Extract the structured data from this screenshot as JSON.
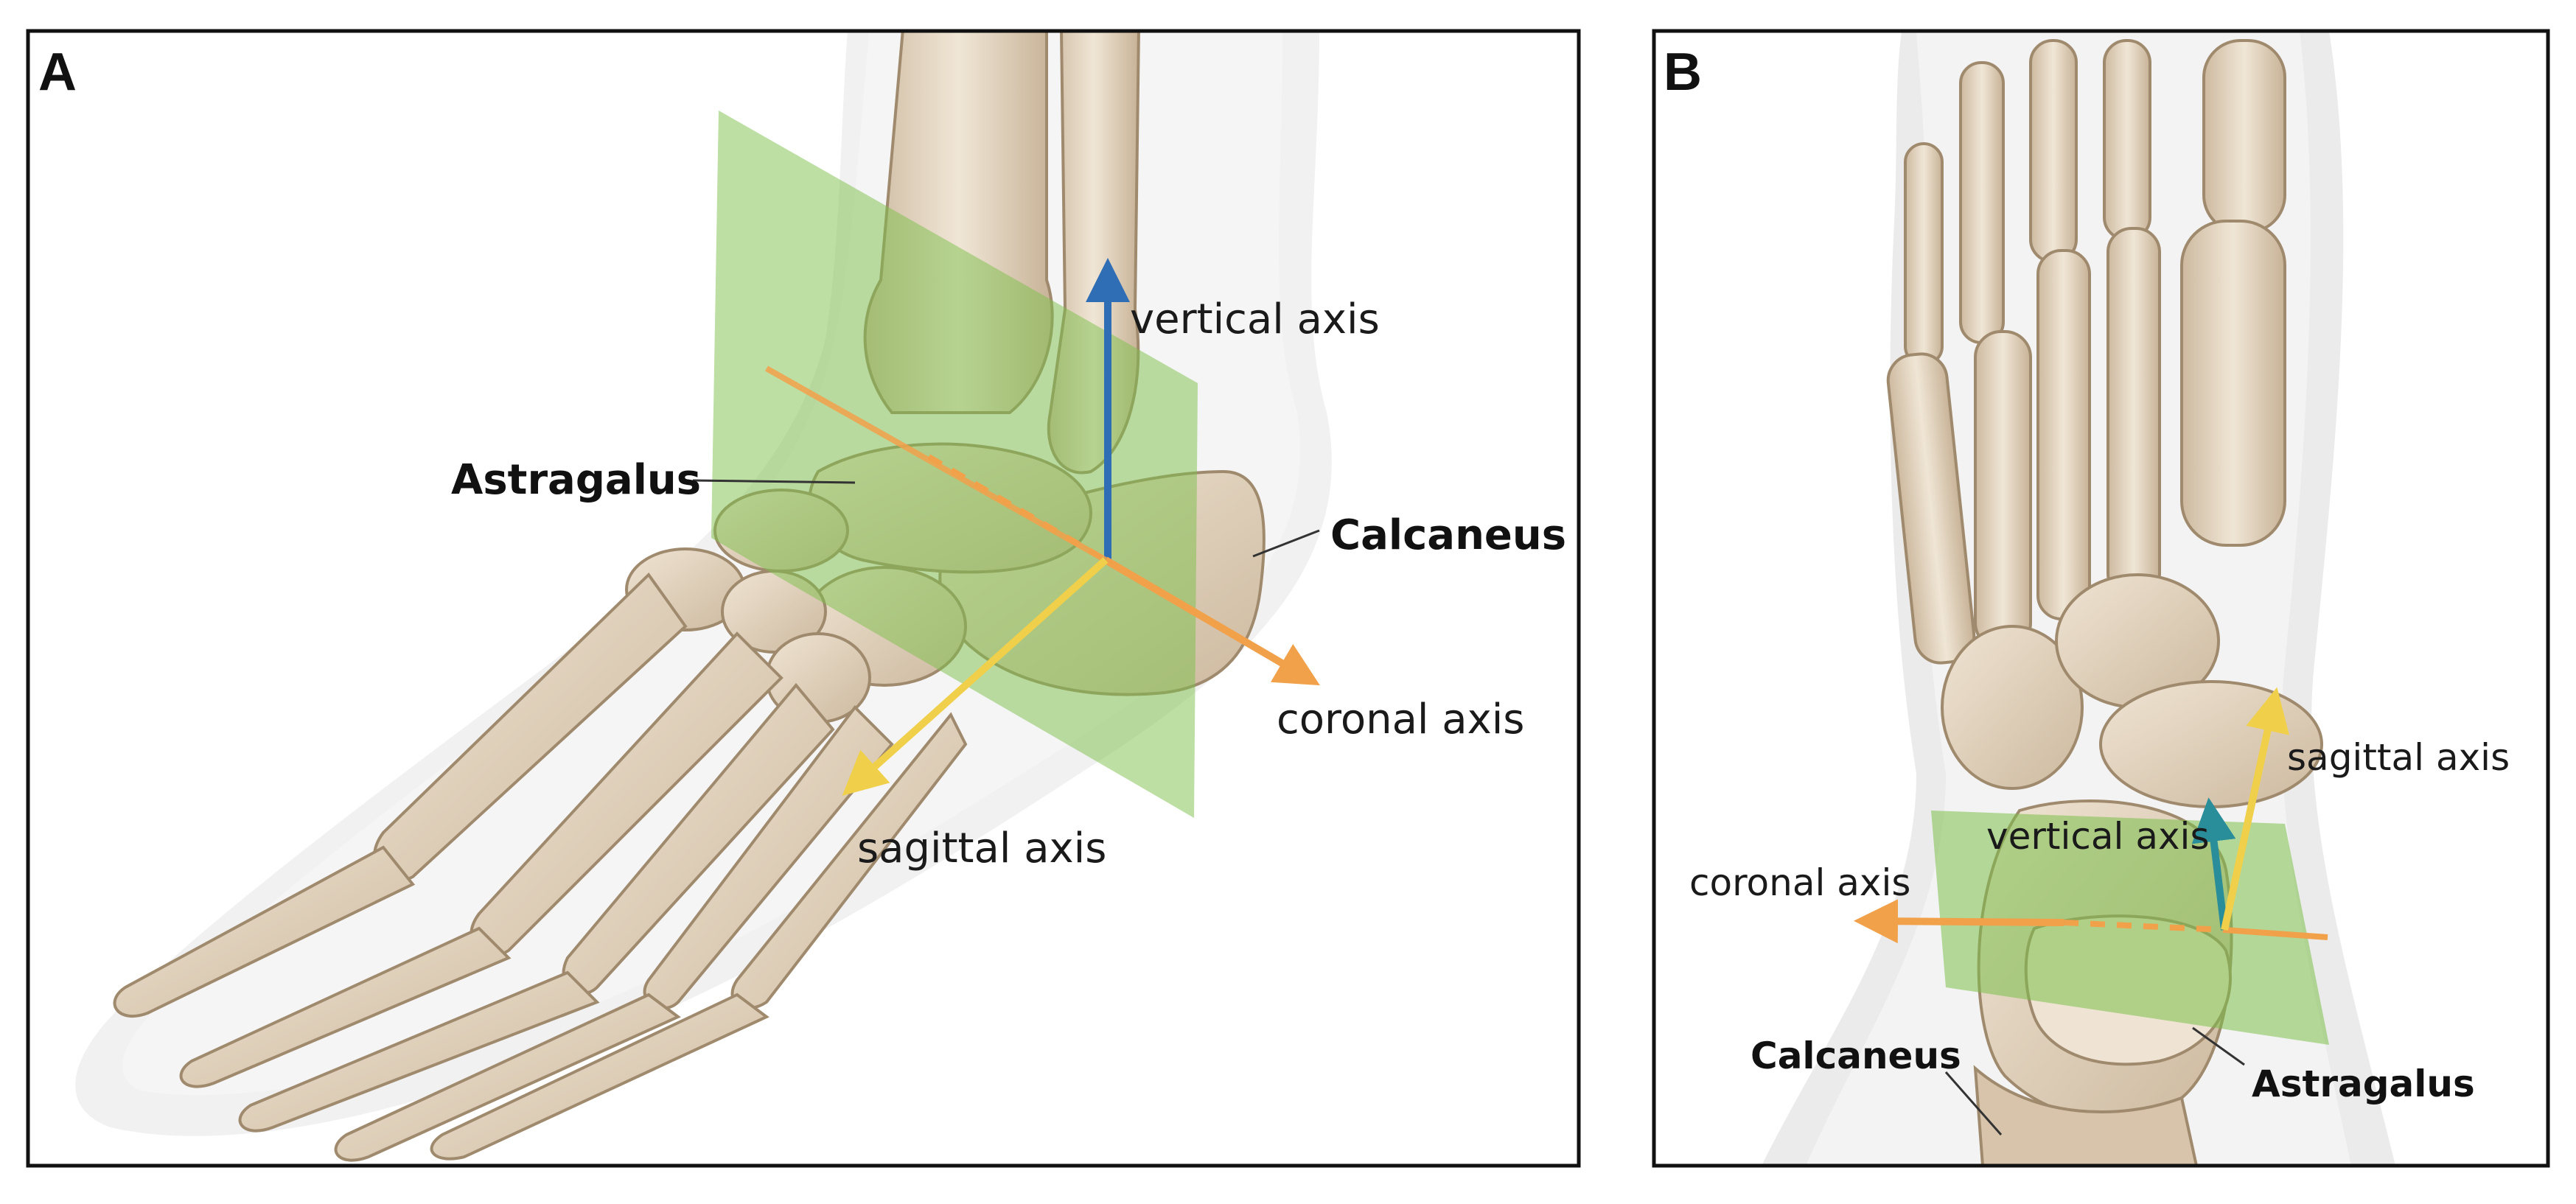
{
  "panels": {
    "a": {
      "letter": "A",
      "labels": {
        "vertical": "vertical axis",
        "astragalus": "Astragalus",
        "calcaneus": "Calcaneus",
        "coronal": "coronal axis",
        "sagittal": "sagittal axis"
      }
    },
    "b": {
      "letter": "B",
      "labels": {
        "sagittal": "sagittal axis",
        "vertical": "vertical axis",
        "coronal": "coronal axis",
        "calcaneus": "Calcaneus",
        "astragalus": "Astragalus"
      }
    }
  },
  "colors": {
    "plane": "#7bbf4a",
    "vertical_axis": "#2f6db5",
    "coronal_axis": "#f2a14b",
    "sagittal_axis": "#f0d04a",
    "bone": "#e4d6c2",
    "bone_shadow": "#c9b69c",
    "skin": "#e9e9e9"
  }
}
